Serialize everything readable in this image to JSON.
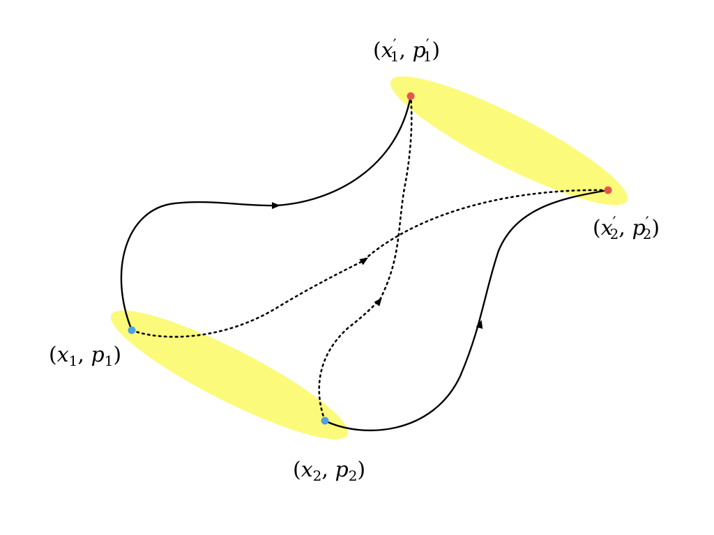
{
  "labels": {
    "start_1": {
      "open": "(",
      "var": "x",
      "sub1": "1",
      "comma": ",",
      "mom": "p",
      "sub2": "1",
      "close": ")"
    },
    "start_2": {
      "open": "(",
      "var": "x",
      "sub1": "2",
      "comma": ",",
      "mom": "p",
      "sub2": "2",
      "close": ")"
    },
    "end_1": {
      "open": "(",
      "var": "x",
      "prime": "′",
      "sub1": "1",
      "comma": ",",
      "mom": "p",
      "sub2": "1",
      "close": ")"
    },
    "end_2": {
      "open": "(",
      "var": "x",
      "prime": "′",
      "sub1": "2",
      "comma": ",",
      "mom": "p",
      "sub2": "2",
      "close": ")"
    }
  },
  "colors": {
    "region": "#fcfa7a",
    "start_point": "#4da0e6",
    "end_point": "#e4574c",
    "trajectory": "#000000"
  }
}
